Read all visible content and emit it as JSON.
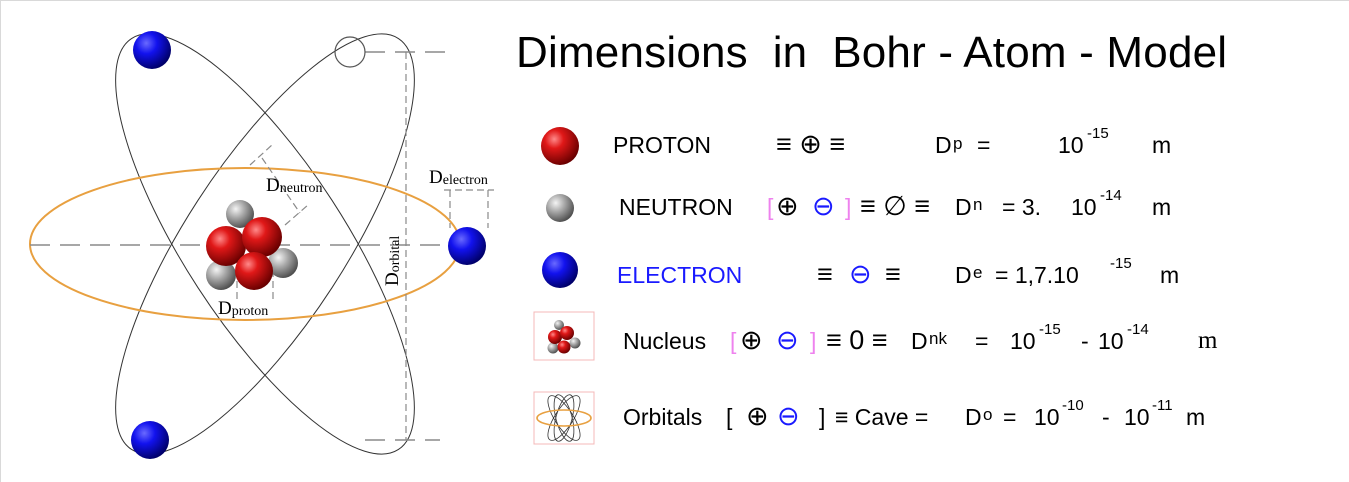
{
  "title": "Dimensions  in  Bohr - Atom - Model",
  "diagram": {
    "labels": {
      "neutron": "Dneutron",
      "electron": "Delectron",
      "orbital": "Dorbital",
      "proton": "Dproton"
    }
  },
  "legend": [
    {
      "name": "PROTON",
      "equiv": "≡ ⊕ ≡",
      "dim": "D",
      "dim_sub": "p",
      "eq": "=",
      "base": "10",
      "exp": "-15",
      "unit": "m"
    },
    {
      "name": "NEUTRON",
      "bracket_open": "[",
      "plus": "⊕",
      "minus": "⊖",
      "bracket_close": "]",
      "equiv": "≡ ∅ ≡",
      "dim": "D",
      "dim_sub": "n",
      "eq": "= 3.",
      "base": "10",
      "exp": "-14",
      "unit": "m"
    },
    {
      "name": "ELECTRON",
      "equiv_left": "≡",
      "minus": "⊖",
      "equiv_right": "≡",
      "dim": "D",
      "dim_sub": "e",
      "value": "= 1,7.10",
      "exp": "-15",
      "unit": "m"
    },
    {
      "name": "Nucleus",
      "bracket_open": "[",
      "plus": "⊕",
      "minus": "⊖",
      "bracket_close": "]",
      "equiv": "≡ 0 ≡",
      "dim": "D",
      "dim_sub": "nk",
      "eq": "=",
      "base1": "10",
      "exp1": "-15",
      "dash": "-",
      "base2": "10",
      "exp2": "-14",
      "unit": "m"
    },
    {
      "name": "Orbitals",
      "bracket_open": "[",
      "plus": "⊕",
      "minus": "⊖",
      "bracket_close": "]",
      "equiv": "≡ Cave =",
      "dim": "D",
      "dim_sub": "o",
      "eq": "=",
      "base1": "10",
      "exp1": "-10",
      "dash": "-",
      "base2": "10",
      "exp2": "-11",
      "unit": "m"
    }
  ],
  "colors": {
    "proton": "#cc1111",
    "neutron": "#9a9a9a",
    "electron": "#1515e0",
    "orbit_horizontal": "#e8a040",
    "orbit_lines": "#333333",
    "dashed": "#8a8a8a",
    "pink": "#ee82ee",
    "blue_text": "#1a1aff"
  }
}
